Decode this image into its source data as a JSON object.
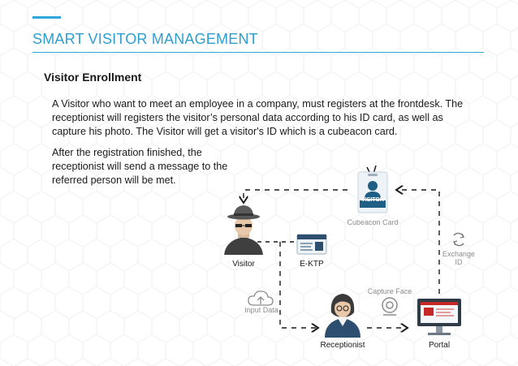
{
  "header": {
    "title": "SMART VISITOR MANAGEMENT"
  },
  "section": {
    "heading": "Visitor Enrollment",
    "paragraph1": "A Visitor who want to meet an employee in a company, must registers at the frontdesk. The receptionist will registers the visitor’s personal data according to his ID card, as well as capture his photo. The Visitor will get a visitor's ID which is a cubeacon card.",
    "paragraph2": "After the registration finished, the receptionist will send a message to the referred person will be met."
  },
  "diagram": {
    "nodes": {
      "visitor": "Visitor",
      "ektp": "E-KTP",
      "cubeacon_card": "Cubeacon Card",
      "card_badge": "VISITOR",
      "receptionist": "Receptionist",
      "portal": "Portal",
      "input_data": "Input Data",
      "capture_face": "Capture Face",
      "exchange_id": "Exchange ID"
    },
    "colors": {
      "accent": "#2ea8d8",
      "badge": "#1f5f86",
      "portal_screen": "#c62828"
    }
  }
}
